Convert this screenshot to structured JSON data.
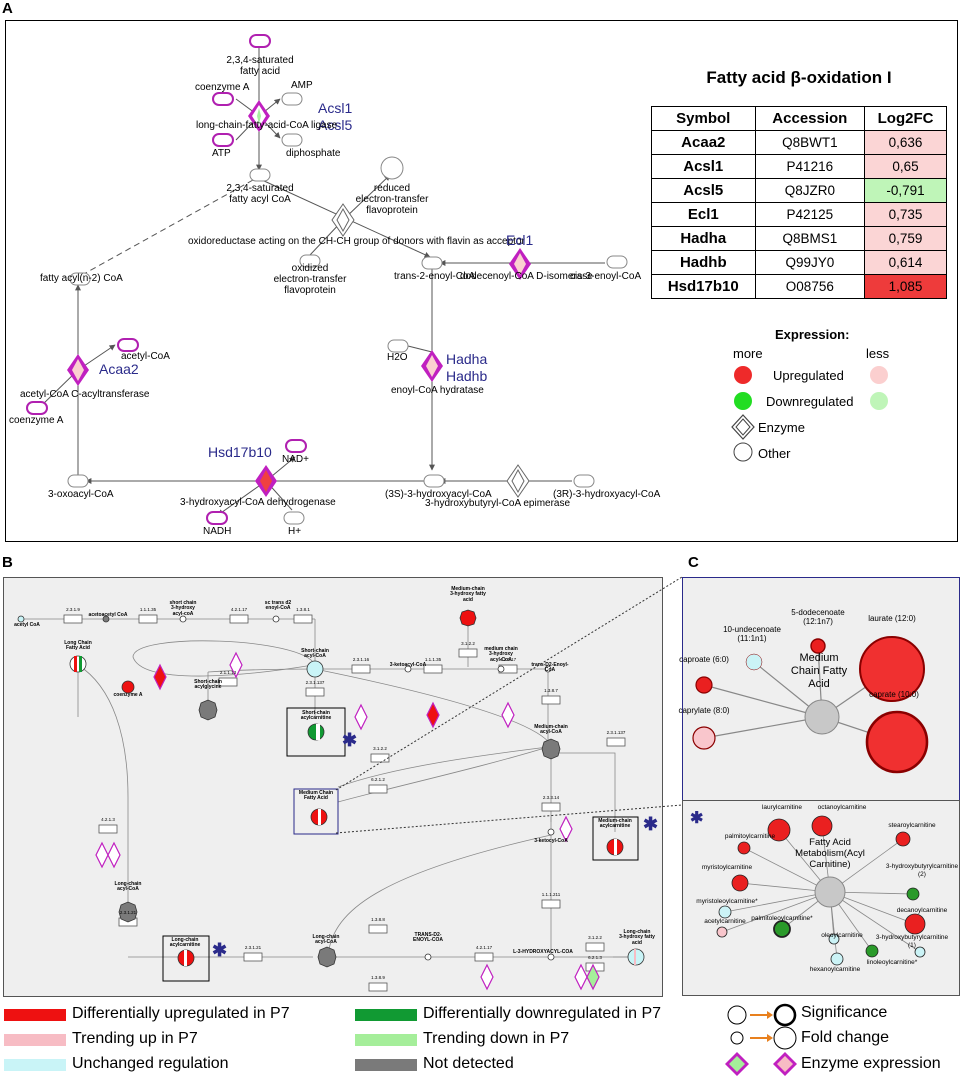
{
  "panels": {
    "a": "A",
    "b": "B",
    "c": "C"
  },
  "panel_a": {
    "title_prefix": "Fatty acid ",
    "title_beta": "β",
    "title_suffix": "-oxidation I",
    "table": {
      "headers": [
        "Symbol",
        "Accession",
        "Log2FC"
      ],
      "rows": [
        {
          "symbol": "Acaa2",
          "accession": "Q8BWT1",
          "log2fc": "0,636",
          "color": "#fbd5d5"
        },
        {
          "symbol": "Acsl1",
          "accession": "P41216",
          "log2fc": "0,65",
          "color": "#fbd5d5"
        },
        {
          "symbol": "Acsl5",
          "accession": "Q8JZR0",
          "log2fc": "-0,791",
          "color": "#bff5b8"
        },
        {
          "symbol": "Ecl1",
          "accession": "P42125",
          "log2fc": "0,735",
          "color": "#fbd5d5"
        },
        {
          "symbol": "Hadha",
          "accession": "Q8BMS1",
          "log2fc": "0,759",
          "color": "#fbd5d5"
        },
        {
          "symbol": "Hadhb",
          "accession": "Q99JY0",
          "log2fc": "0,614",
          "color": "#fbd5d5"
        },
        {
          "symbol": "Hsd17b10",
          "accession": "O08756",
          "log2fc": "1,085",
          "color": "#ee3b3b"
        }
      ]
    },
    "expression_legend": {
      "title": "Expression:",
      "more": "more",
      "less": "less",
      "upregulated": "Upregulated",
      "downregulated": "Downregulated",
      "enzyme": "Enzyme",
      "other": "Other"
    },
    "enzymes": {
      "acsl": [
        "Acsl1",
        "Acsl5"
      ],
      "ecl1": "Ecl1",
      "hadh": [
        "Hadha",
        "Hadhb"
      ],
      "acaa2": "Acaa2",
      "hsd": "Hsd17b10"
    },
    "labels": {
      "sat_fatty_acid": [
        "2,3,4-saturated",
        "fatty acid"
      ],
      "coenzyme_a_top": "coenzyme A",
      "amp": "AMP",
      "lcfa_ligase": "long-chain-fatty-acid-CoA ligase",
      "atp": "ATP",
      "diphosphate": "diphosphate",
      "sat_fatty_acyl": [
        "2,3,4-saturated",
        "fatty acyl CoA"
      ],
      "reduced_etf": [
        "reduced",
        "electron-transfer",
        "flavoprotein"
      ],
      "oxidoreductase": "oxidoreductase acting on the CH-CH group of donors with flavin as acceptor",
      "oxidized_etf": [
        "oxidized",
        "electron-transfer",
        "flavoprotein"
      ],
      "fatty_acyl_n2": "fatty acyl(n-2) CoA",
      "trans2_enoyl": "trans-2-enoyl-CoA",
      "dodecenoyl": "dodecenoyl-CoA D-isomerase",
      "cis3_enoyl": "cis-3-enoyl-CoA",
      "acetyl_coa": "acetyl-CoA",
      "acetyl_acyltransferase": "acetyl-CoA C-acyltransferase",
      "coenzyme_a_bottom": "coenzyme A",
      "h2o": "H2O",
      "enoyl_hydratase": "enoyl-CoA hydratase",
      "nad": "NAD+",
      "oxoacyl": "3-oxoacyl-CoA",
      "hydroxyacyl_dh": "3-hydroxyacyl-CoA dehydrogenase",
      "s3_hydroxyacyl": "(3S)-3-hydroxyacyl-CoA",
      "r3_hydroxyacyl": "(3R)-3-hydroxyacyl-CoA",
      "hydroxybutyryl_epimerase": "3-hydroxybutyryl-CoA epimerase",
      "nadh": "NADH",
      "hplus": "H+"
    }
  },
  "panel_b": {
    "nodes": {
      "acetyl_coa": "acetyl CoA",
      "acetoacetyl_coa": "acetoacetyl CoA",
      "short_chain_hydroxy": [
        "short chain",
        "3-hydroxy",
        "acyl-coA"
      ],
      "sc_trans_d2": [
        "sc trans d2",
        "enoyl-CoA"
      ],
      "mc_3hydroxy_fa": [
        "Medium-chain",
        "3-hydroxy fatty",
        "acid"
      ],
      "short_chain_acylcoa": [
        "Short-chain",
        "acyl-CoA"
      ],
      "ketoacyl": "3-ketoacyl-CoA",
      "mc_3hydroxy_acylcoa": [
        "medium chain",
        "3-hydroxy",
        "acyl-CoA"
      ],
      "trans_d2_enoyl": "trans-D2-Enoyl-CoA",
      "short_chain_acylglycine": [
        "Short-chain",
        "acylglycine"
      ],
      "short_chain_acylcarnitine": [
        "Short-chain",
        "acylcarnitine"
      ],
      "medium_chain_acylcoa": [
        "Medium-chain",
        "acyl-CoA"
      ],
      "long_chain_fa": [
        "Long Chain",
        "Fatty Acid"
      ],
      "coenzyme_a": "coenzyme A",
      "medium_chain_fa": [
        "Medium Chain",
        "Fatty Acid"
      ],
      "medium_chain_acylcarnitine": [
        "Medium-chain",
        "acylcarnitine"
      ],
      "ketoacyl_coa": "3-ketocyl-CoA",
      "long_chain_acylcoa_left": [
        "Long-chain",
        "acyl-CoA"
      ],
      "long_chain_acylcarnitine": [
        "Long-chain",
        "acylcarnitine"
      ],
      "long_chain_acylcoa_bottom": [
        "Long-chain",
        "acyl-CoA"
      ],
      "trans_d2_enoyl_caps": [
        "TRANS-D2-",
        "ENOYL-COA"
      ],
      "hydroxyacyl_caps": "L-3-HYDROXYACYL-COA",
      "long_chain_hydroxy_fa": [
        "Long-chain",
        "3-hydroxy fatty",
        "acid"
      ]
    },
    "ec": [
      "2.3.1.9",
      "1.1.1.35",
      "4.2.1.17",
      "1.3.8.1",
      "3.1.2.2",
      "2.3.1.16",
      "1.1.1.35",
      "4.2.1.17",
      "1.3.8.7",
      "2.1.1.13",
      "2.3.1.137",
      "2.3.1.137",
      "3.1.2.2",
      "6.2.1.2",
      "2.3.3.14",
      "4.2.1.3",
      "1.1.1.211",
      "2.3.1.21",
      "2.3.1.21",
      "1.3.8.8",
      "1.3.8.9",
      "4.2.1.17",
      "3.1.2.2",
      "6.2.1.3"
    ]
  },
  "panel_c_top": {
    "center": [
      "Medium",
      "Chain Fatty",
      "Acid"
    ],
    "items": [
      {
        "label": [
          "10-undecenoate",
          "(11:1n1)"
        ],
        "color": "#cbf3f6"
      },
      {
        "label": [
          "5-dodecenoate",
          "(12:1n7)"
        ],
        "color": "#ea2020"
      },
      {
        "label": [
          "laurate (12:0)"
        ],
        "color": "#f03030"
      },
      {
        "label": [
          "caproate (6:0)"
        ],
        "color": "#ea2020"
      },
      {
        "label": [
          "caprate (10:0)"
        ],
        "color": "#f03030"
      },
      {
        "label": [
          "caprylate (8:0)"
        ],
        "color": "#f9c6cc"
      }
    ]
  },
  "panel_c_bottom": {
    "center": [
      "Fatty Acid",
      "Metabolism(Acyl",
      "Carnitine)"
    ],
    "items": [
      {
        "label": [
          "laurylcarnitine"
        ],
        "color": "#ea2020"
      },
      {
        "label": [
          "octanoylcarnitine"
        ],
        "color": "#ea2020"
      },
      {
        "label": [
          "stearoylcarnitine"
        ],
        "color": "#ea2020"
      },
      {
        "label": [
          "palmitoylcarnitine"
        ],
        "color": "#ea2020"
      },
      {
        "label": [
          "myristoylcarnitine"
        ],
        "color": "#ea2020"
      },
      {
        "label": [
          "3-hydroxybutyrylcarnitine",
          "(2)"
        ],
        "color": "#2a9a2a"
      },
      {
        "label": [
          "myristoleoylcarnitine*"
        ],
        "color": "#cbf3f6"
      },
      {
        "label": [
          "decanoylcarnitine"
        ],
        "color": "#ea2020"
      },
      {
        "label": [
          "palmitoleoylcarnitine*"
        ],
        "color": "#2a9a2a"
      },
      {
        "label": [
          "acetylcarnitine"
        ],
        "color": "#f9c6cc"
      },
      {
        "label": [
          "oleoylcarnitine"
        ],
        "color": "#cbf3f6"
      },
      {
        "label": [
          "3-hydroxybutyrylcarnitine",
          "(1)"
        ],
        "color": "#cbf3f6"
      },
      {
        "label": [
          "hexanoylcarnitine"
        ],
        "color": "#cbf3f6"
      },
      {
        "label": [
          "linoleoylcarnitine*"
        ],
        "color": "#2a9a2a"
      }
    ]
  },
  "bottom_legend": {
    "items": [
      {
        "label": "Differentially upregulated in P7",
        "color": "#ee1111"
      },
      {
        "label": "Trending up in P7",
        "color": "#f7bcc4"
      },
      {
        "label": "Unchanged regulation",
        "color": "#c9f4f7"
      },
      {
        "label": "Differentially downregulated in P7",
        "color": "#119a33"
      },
      {
        "label": "Trending down in P7",
        "color": "#a5ee9a"
      },
      {
        "label": "Not detected",
        "color": "#7a7a7a"
      }
    ],
    "significance": "Significance",
    "fold_change": "Fold change",
    "enzyme_expression": "Enzyme expression"
  }
}
